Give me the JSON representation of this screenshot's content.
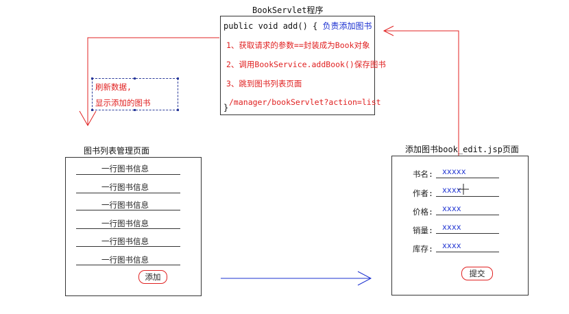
{
  "servlet": {
    "title": "BookServlet程序",
    "signature": "public void add() {",
    "comment": "负责添加图书",
    "steps": [
      "1、获取请求的参数==封装成为Book对象",
      "2、调用BookService.addBook()保存图书",
      "3、跳到图书列表页面"
    ],
    "closing_brace": "}",
    "redirect_url": "/manager/bookServlet?action=list"
  },
  "note": {
    "line1": "刷新数据,",
    "line2": "显示添加的图书"
  },
  "list_page": {
    "title": "图书列表管理页面",
    "rows": [
      "一行图书信息",
      "一行图书信息",
      "一行图书信息",
      "一行图书信息",
      "一行图书信息",
      "一行图书信息"
    ],
    "add_button": "添加"
  },
  "edit_page": {
    "title": "添加图书book_edit.jsp页面",
    "fields": [
      {
        "label": "书名:",
        "value": "xxxxx"
      },
      {
        "label": "作者:",
        "value": "xxxx"
      },
      {
        "label": "价格:",
        "value": "xxxx"
      },
      {
        "label": "销量:",
        "value": "xxxx"
      },
      {
        "label": "库存:",
        "value": "xxxx"
      }
    ],
    "submit_button": "提交"
  },
  "colors": {
    "arrow_red": "#e02020",
    "arrow_blue": "#1a2fd0",
    "text_blue": "#1a2fd0",
    "border": "#333333"
  }
}
